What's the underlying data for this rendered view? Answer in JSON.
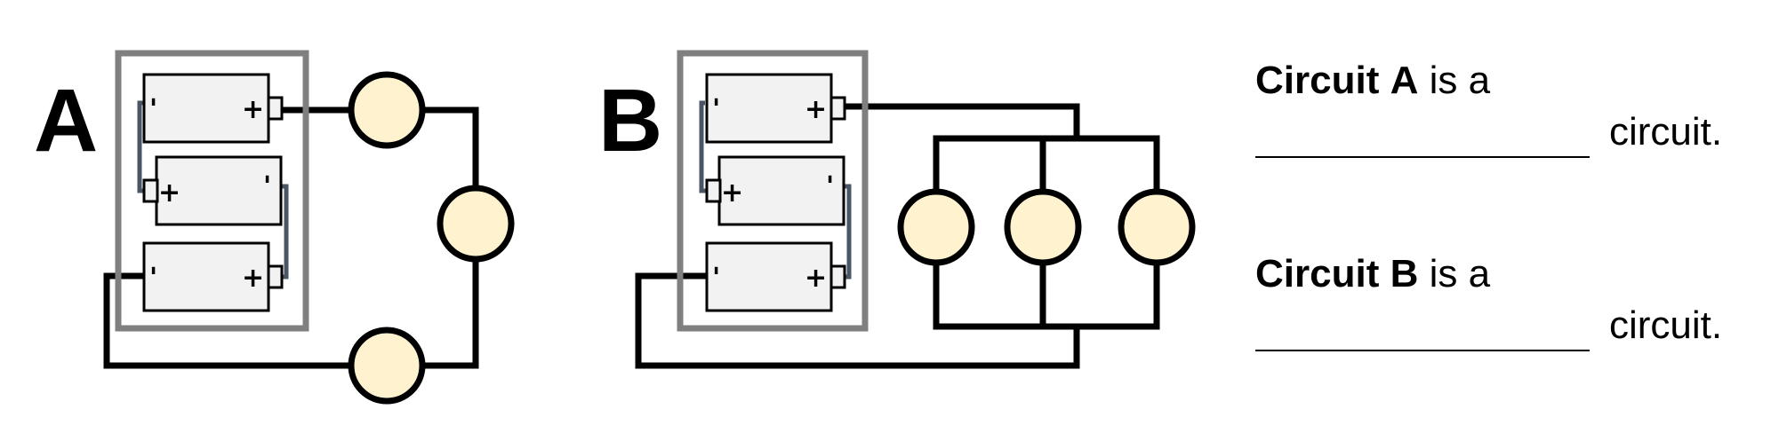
{
  "circuit_a": {
    "label": "A",
    "battery_pos": "+",
    "battery_neg": "'",
    "bulb_color": "#fff3cf",
    "battery_color": "#f2f2f2",
    "holder_color": "#7f7f7f"
  },
  "circuit_b": {
    "label": "B",
    "battery_pos": "+",
    "battery_neg": "'",
    "bulb_color": "#fff3cf",
    "battery_color": "#f2f2f2",
    "holder_color": "#7f7f7f"
  },
  "questions": {
    "a": {
      "word": "Circuit",
      "label": "A",
      "rest": "is a",
      "end": "circuit."
    },
    "b": {
      "word": "Circuit",
      "label": "B",
      "rest": "is a",
      "end": "circuit."
    }
  }
}
